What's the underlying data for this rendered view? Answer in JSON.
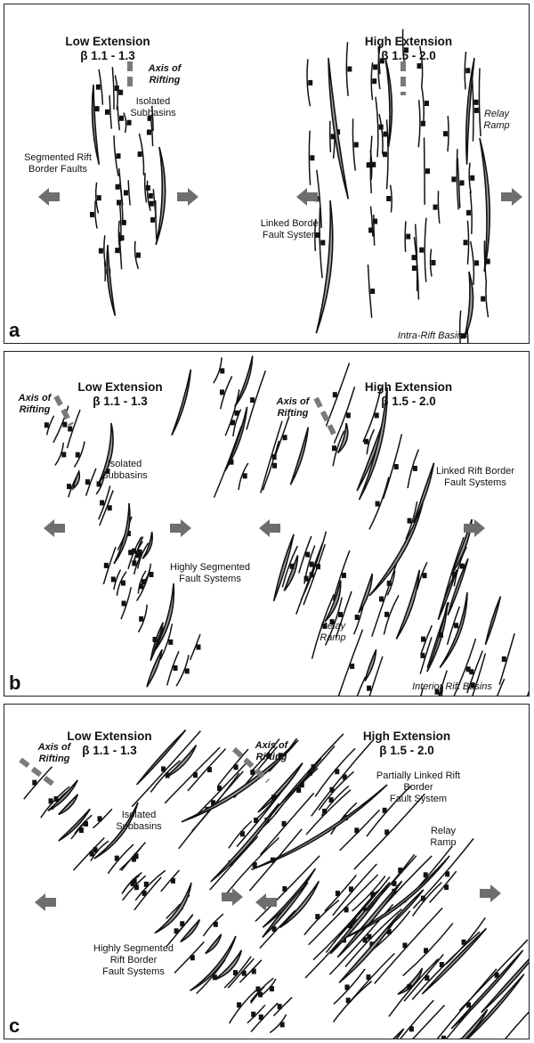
{
  "colors": {
    "fill": "#9b9b9b",
    "stroke": "#111111",
    "arrow": "#6e6e6e",
    "axis": "#7a7a7a"
  },
  "icons": {
    "extension_arrow": "extension-arrow-icon",
    "tick": "fault-tick-icon"
  },
  "panels": [
    {
      "letter": "a",
      "low": {
        "title": "Low Extension",
        "beta": "β 1.1 - 1.3"
      },
      "high": {
        "title": "High Extension",
        "beta": "β 1.5 - 2.0"
      },
      "labels": {
        "axis": "Axis of\nRifting",
        "isolated": "Isolated\nSubbasins",
        "segmented": "Segmented Rift\nBorder Faults",
        "linked": "Linked Border\nFault System",
        "relay": "Relay\nRamp",
        "intra": "Intra-Rift Basins"
      }
    },
    {
      "letter": "b",
      "low": {
        "title": "Low Extension",
        "beta": "β 1.1 - 1.3"
      },
      "high": {
        "title": "High Extension",
        "beta": "β 1.5 - 2.0"
      },
      "labels": {
        "axis_low": "Axis of\nRifting",
        "axis_high": "Axis of\nRifting",
        "isolated": "Isolated\nSubbasins",
        "segmented": "Highly Segmented\nFault Systems",
        "linked": "Linked Rift Border\nFault Systems",
        "relay": "Relay\nRamp",
        "interior": "Interior Rift Basins"
      }
    },
    {
      "letter": "c",
      "low": {
        "title": "Low Extension",
        "beta": "β 1.1 - 1.3"
      },
      "high": {
        "title": "High Extension",
        "beta": "β 1.5 - 2.0"
      },
      "labels": {
        "axis_low": "Axis of\nRifting",
        "axis_high": "Axis of\nRifting",
        "isolated": "Isolated\nSubbasins",
        "segmented": "Highly Segmented\nRift Border\nFault Systems",
        "partial": "Partially Linked Rift\nBorder\nFault System",
        "relay": "Relay\nRamp"
      }
    }
  ]
}
